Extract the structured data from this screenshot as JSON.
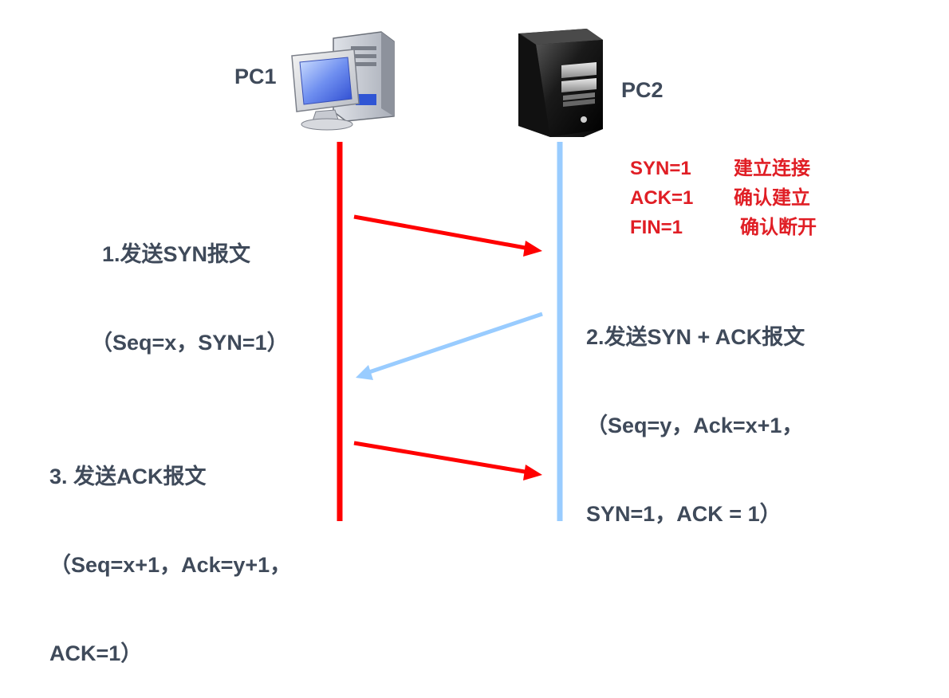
{
  "hosts": {
    "pc1": {
      "label": "PC1",
      "icon": "desktop-computer-icon",
      "line_color": "#ff0000"
    },
    "pc2": {
      "label": "PC2",
      "icon": "server-tower-icon",
      "line_color": "#99ccff"
    }
  },
  "flags": [
    {
      "name": "SYN=1",
      "meaning": "建立连接"
    },
    {
      "name": "ACK=1",
      "meaning": "确认建立"
    },
    {
      "name": "FIN=1",
      "meaning": "确认断开"
    }
  ],
  "steps": [
    {
      "title": "1.发送SYN报文",
      "lines": [
        "（Seq=x，SYN=1）"
      ]
    },
    {
      "title": "2.发送SYN + ACK报文",
      "lines": [
        "（Seq=y，Ack=x+1，",
        "SYN=1，ACK = 1）"
      ]
    },
    {
      "title": "3. 发送ACK报文",
      "lines": [
        "（Seq=x+1，Ack=y+1，",
        "ACK=1）"
      ]
    }
  ],
  "colors": {
    "pc1_arrow": "#ff0000",
    "pc2_arrow": "#99ccff",
    "flag_text": "#e01e25",
    "label_text": "#3f4a5a"
  }
}
